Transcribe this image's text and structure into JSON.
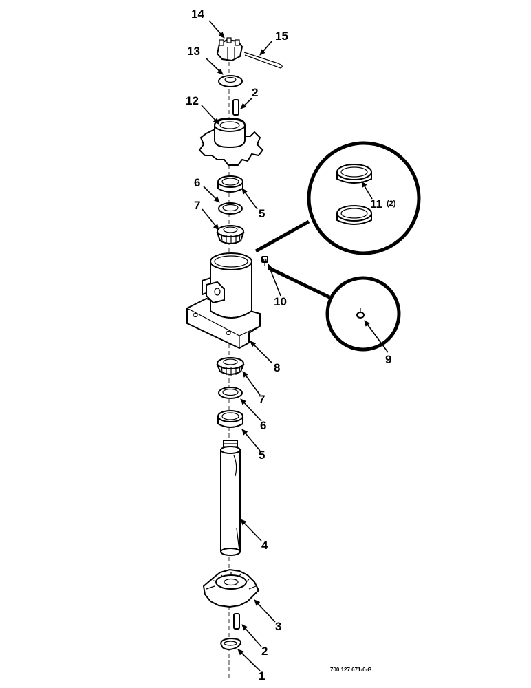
{
  "diagram": {
    "callouts": {
      "c1": "1",
      "c2a": "2",
      "c2b": "2",
      "c3": "3",
      "c4": "4",
      "c5a": "5",
      "c5b": "5",
      "c6a": "6",
      "c6b": "6",
      "c7a": "7",
      "c7b": "7",
      "c8": "8",
      "c9": "9",
      "c10": "10",
      "c11": "11",
      "c11_qty": "(2)",
      "c12": "12",
      "c13": "13",
      "c14": "14",
      "c15": "15"
    },
    "drawing_code": "700 127 671-0-G"
  }
}
